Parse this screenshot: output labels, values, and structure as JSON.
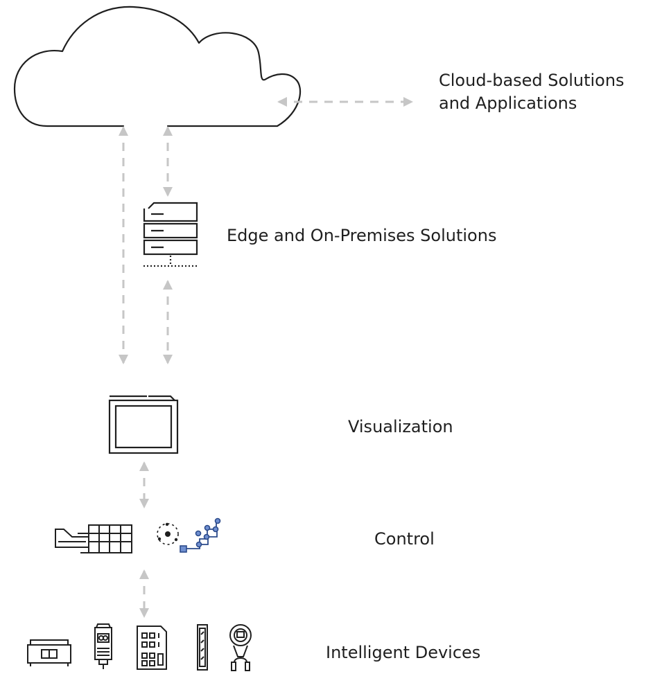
{
  "labels": {
    "cloud_line1": "Cloud-based Solutions",
    "cloud_line2": "and Applications",
    "edge": "Edge and On-Premises Solutions",
    "visualization": "Visualization",
    "control": "Control",
    "devices": "Intelligent Devices"
  },
  "colors": {
    "outline": "#1f1f1f",
    "arrow": "#c6c6c6",
    "accent": "#2b4a8a",
    "accent_fill": "#6f8fd0"
  },
  "icons": {
    "cloud": "cloud-icon",
    "server": "server-rack-icon",
    "panel": "hmi-panel-icon",
    "plc": "plc-controller-icon",
    "network": "network-nodes-icon",
    "scale": "weighing-scale-icon",
    "sensor": "optical-sensor-icon",
    "io": "io-module-icon",
    "drive": "drive-module-icon",
    "transmitter": "pressure-transmitter-icon"
  }
}
